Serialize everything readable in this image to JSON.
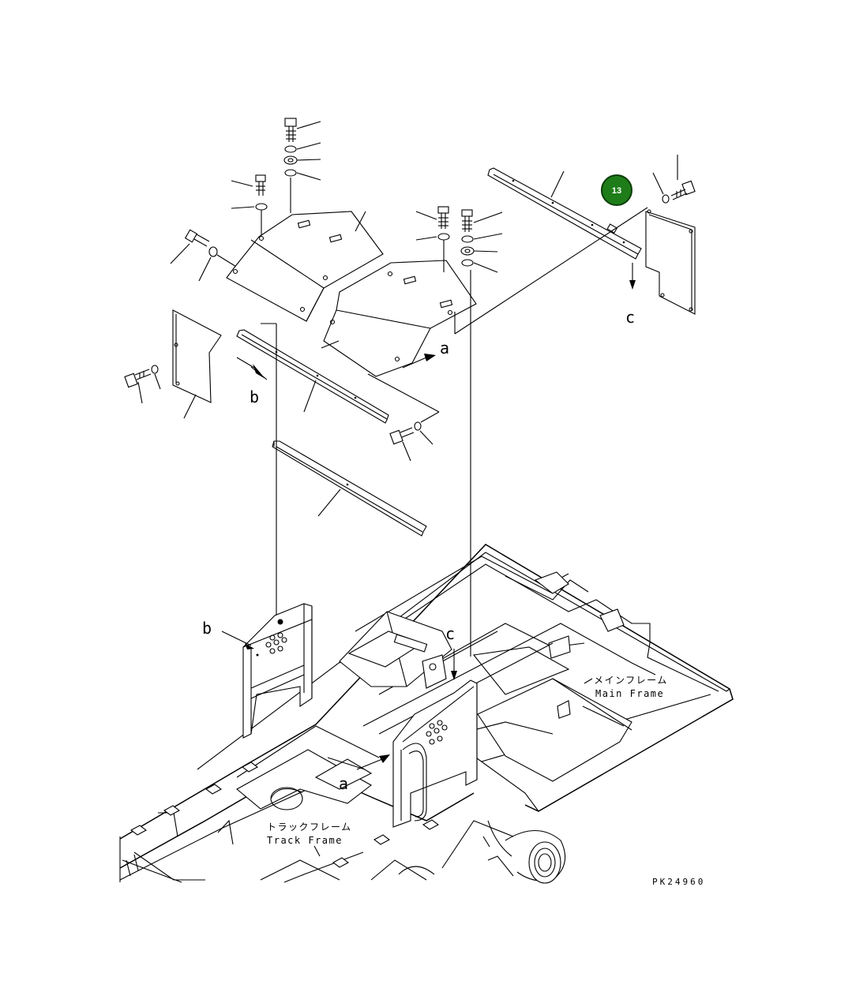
{
  "callout": {
    "number": "13",
    "color": "#1e7d18",
    "ring_color": "#0c3d0a"
  },
  "labels": {
    "a_upper": "a",
    "a_lower": "a",
    "b_upper": "b",
    "b_lower": "b",
    "c_upper": "c",
    "c_lower": "c",
    "main_frame_jp": "メインフレーム",
    "main_frame_en": "Main Frame",
    "track_frame_jp": "トラックフレーム",
    "track_frame_en": "Track Frame",
    "drawing_code": "PK24960"
  }
}
